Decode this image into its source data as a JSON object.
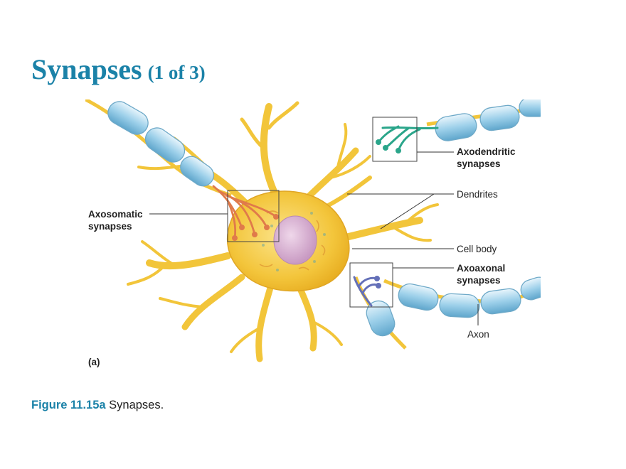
{
  "title": {
    "main": "Synapses",
    "sub": "(1 of 3)"
  },
  "labels": {
    "axodendritic_1": "Axodendritic",
    "axodendritic_2": "synapses",
    "dendrites": "Dendrites",
    "axosomatic_1": "Axosomatic",
    "axosomatic_2": "synapses",
    "cell_body": "Cell body",
    "axoaxonal_1": "Axoaxonal",
    "axoaxonal_2": "synapses",
    "axon": "Axon",
    "panel": "(a)"
  },
  "caption": {
    "figure": "Figure 11.15a",
    "text": " Synapses."
  },
  "colors": {
    "title": "#1b82a8",
    "neuron": "#f2c53a",
    "nucleus": "#c89ac0",
    "myelin": "#8ec6e4",
    "axosomatic_terminal": "#e07a4a",
    "axodendritic_terminal": "#2aa58a",
    "axoaxonal_terminal": "#6470b8"
  }
}
